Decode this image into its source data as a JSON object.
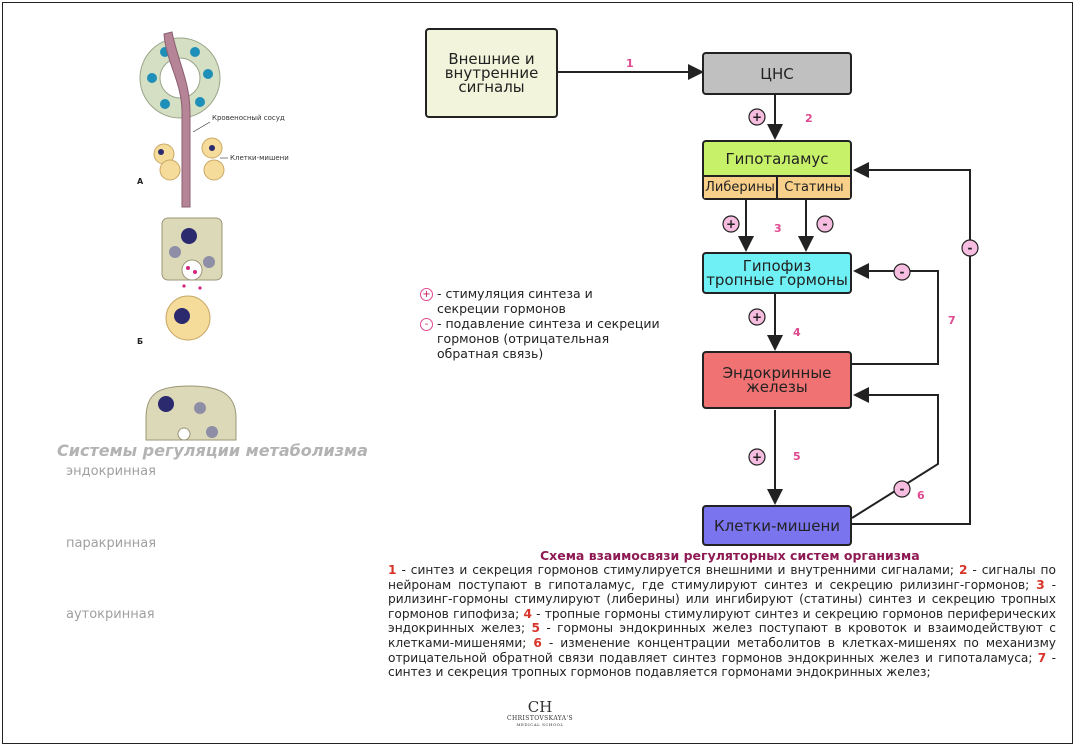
{
  "boxes": {
    "signals": "Внешние и внутренние сигналы",
    "cns": "ЦНС",
    "hypothalamus": "Гипоталамус",
    "liberins": "Либерины",
    "statins": "Статины",
    "pituitary_line1": "Гипофиз",
    "pituitary_line2": "тропные гормоны",
    "glands_line1": "Эндокринные",
    "glands_line2": "железы",
    "targets": "Клетки-мишени"
  },
  "step_numbers": [
    "1",
    "2",
    "3",
    "4",
    "5",
    "6",
    "7"
  ],
  "signs": {
    "plus": "+",
    "minus": "-"
  },
  "legend": {
    "plus_text": "- стимуляция синтеза и секреции гормонов",
    "minus_text": "- подавление синтеза и секреции гормонов (отрицательная обратная связь)"
  },
  "illustration": {
    "vessel_label": "Кровеносный сосуд",
    "targets_label": "Клетки-мишени",
    "letter_a": "А",
    "letter_b": "Б"
  },
  "left_panel": {
    "title": "Системы регуляции метаболизма",
    "items": [
      "эндокринная",
      "паракринная",
      "аутокринная"
    ]
  },
  "caption": {
    "title": "Схема взаимосвязи регуляторных систем организма",
    "parts": [
      {
        "n": "1",
        "text": " - синтез и секреция гормонов стимулируется внешними и внутренними сигналами; "
      },
      {
        "n": "2",
        "text": " - сигналы по нейронам поступают в гипоталамус, где стимулируют синтез и секрецию рилизинг-гормонов; "
      },
      {
        "n": "3",
        "text": " - рилизинг-гормоны стимулируют (либерины) или ингибируют (статины) синтез и секрецию тропных гормонов гипофиза; "
      },
      {
        "n": "4",
        "text": " - тропные гормоны стимулируют синтез и секрецию гормонов периферических эндокринных желез; "
      },
      {
        "n": "5",
        "text": " - гормоны эндокринных желез поступают в кровоток и взаимодействуют с клетками-мишенями; "
      },
      {
        "n": "6",
        "text": " - изменение концентрации метаболитов в клетках-мишенях по механизму отрицательной обратной связи подавляет синтез гормонов эндокринных желез и гипоталамуса; "
      },
      {
        "n": "7",
        "text": " - синтез и секреция тропных гормонов подавляется гормонами эндокринных желез;"
      }
    ]
  },
  "logo": {
    "mark": "CH",
    "line1": "CHRISTOVSKAYA'S",
    "line2": "MEDICAL SCHOOL"
  },
  "colors": {
    "signals": "#f2f5dc",
    "cns": "#c0c0c0",
    "hypothalamus": "#c8f16a",
    "release": "#f9d08a",
    "pituitary": "#6ff0f4",
    "glands": "#f07272",
    "targets": "#7b74ef",
    "accent": "#e0488f"
  }
}
